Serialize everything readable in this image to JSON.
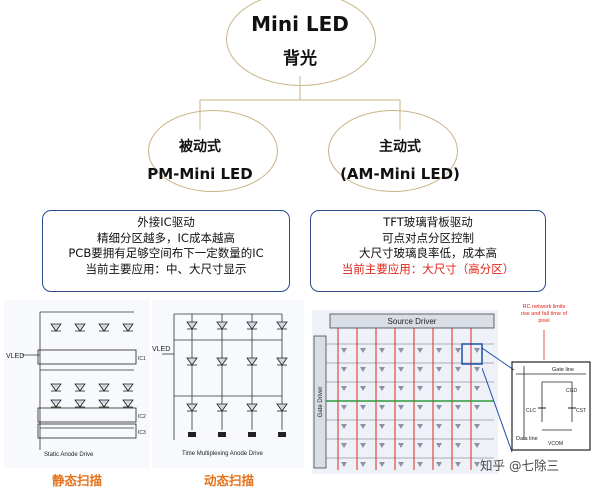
{
  "root": {
    "line1": "Mini LED",
    "line2": "背光"
  },
  "left": {
    "label": "被动式",
    "name": "PM-Mini LED",
    "features": [
      "外接IC驱动",
      "精细分区越多，IC成本越高",
      "PCB要拥有足够空间布下一定数量的IC",
      "当前主要应用：中、大尺寸显示"
    ],
    "highlight_index": -1
  },
  "right": {
    "label": "主动式",
    "name": "(AM-Mini LED)",
    "features": [
      "TFT玻璃背板驱动",
      "可点对点分区控制",
      "大尺寸玻璃良率低，成本高",
      "当前主要应用：大尺寸（高分区）"
    ],
    "highlight_index": 3
  },
  "captions": {
    "static_scan": "静态扫描",
    "dynamic_scan": "动态扫描"
  },
  "figures": {
    "static": {
      "supply_label": "VLED",
      "footer": "Static Anode Drive",
      "ic_labels": [
        "IC1",
        "IC2",
        "IC3"
      ]
    },
    "dynamic": {
      "supply_label": "VLED",
      "footer": "Time Multiplexing Anode Drive"
    },
    "active": {
      "header": "Source Driver",
      "side_label": "Gate Driver"
    },
    "pixel": {
      "annotation": "RC network limits rise and fall time of pixel",
      "gate_line": "Gate line",
      "data_line": "Data line",
      "cgd": "CGD",
      "cst": "CST",
      "clc": "CLC",
      "vcom": "VCOM"
    }
  },
  "watermark": "知乎 @七除三",
  "colors": {
    "accent_red": "#e0261b",
    "caption_orange": "#e5731d",
    "box_border": "#2a4a8a",
    "tree_line": "#c9b489"
  }
}
